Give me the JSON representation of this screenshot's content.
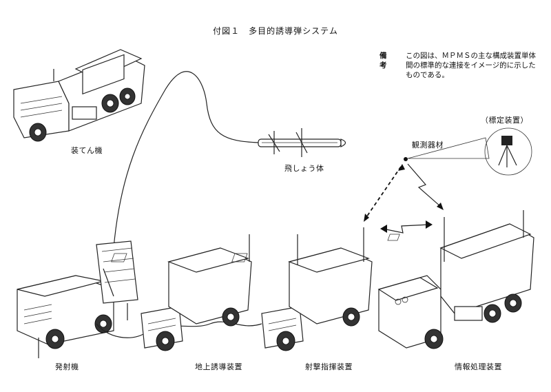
{
  "figure": {
    "title": "付図１　多目的誘導弾システム",
    "note_head": "備考",
    "note_body": "この図は、ＭＰＭＳの主な構成装置単体間の標準的な連接をイメージ的に示したものである。"
  },
  "labels": {
    "loader": "装てん機",
    "missile": "飛しょう体",
    "observation": "観測器材",
    "survey": "（標定装置）",
    "launcher": "発射機",
    "ground_guidance": "地上誘導装置",
    "fire_command": "射撃指揮装置",
    "info_processing": "情報処理装置"
  }
}
